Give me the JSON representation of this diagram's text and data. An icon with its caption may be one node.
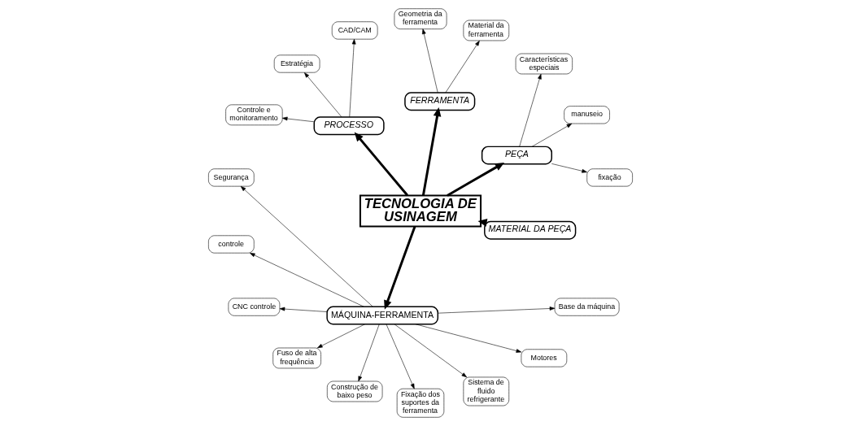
{
  "diagram": {
    "nodes": [
      {
        "text": [
          "MATERIAL DA PEÇA"
        ]
      },
      {
        "text": [
          "fixação"
        ]
      },
      {
        "text": [
          "PEÇA"
        ]
      },
      {
        "text": [
          "FERRAMENTA"
        ]
      },
      {
        "text": [
          "Material da ferramenta"
        ]
      },
      {
        "text": [
          "manuseio"
        ]
      },
      {
        "text": [
          "Geometria da ferramenta"
        ]
      },
      {
        "text": [
          "Características especiais"
        ]
      },
      {
        "text": [
          "TECNOLOGIA DE USINAGEM"
        ]
      },
      {
        "text": [
          "Segurança"
        ]
      },
      {
        "text": [
          "controle"
        ]
      },
      {
        "text": [
          "CNC controle"
        ]
      },
      {
        "text": [
          "CAD/CAM"
        ]
      },
      {
        "text": [
          "Fuso de alta frequência"
        ]
      },
      {
        "text": [
          "PROCESSO"
        ]
      },
      {
        "text": [
          "MÁQUINA-FERRAMENTA"
        ]
      },
      {
        "text": [
          "Construção de baixo peso"
        ]
      },
      {
        "text": [
          "Estratégia"
        ]
      },
      {
        "text": [
          "Fixação dos suportes da ferramenta"
        ]
      },
      {
        "text": [
          "Controle e monitoramento"
        ]
      },
      {
        "text": [
          "Sistema de fluido refrigerante"
        ]
      },
      {
        "text": [
          "Motores"
        ]
      },
      {
        "text": [
          "Base da máquina"
        ]
      }
    ],
    "edges": [
      {
        "from": 0,
        "to": 8,
        "arrow": "to",
        "style": "thick"
      },
      {
        "from": 8,
        "to": 2,
        "arrow": "to",
        "style": "thick"
      },
      {
        "from": 8,
        "to": 3,
        "arrow": "to",
        "style": "thick"
      },
      {
        "from": 8,
        "to": 14,
        "arrow": "to",
        "style": "thick"
      },
      {
        "from": 8,
        "to": 15,
        "arrow": "to",
        "style": "thick"
      },
      {
        "from": 2,
        "to": 1,
        "arrow": "to"
      },
      {
        "from": 2,
        "to": 5,
        "arrow": "to"
      },
      {
        "from": 2,
        "to": 7,
        "arrow": "to"
      },
      {
        "from": 3,
        "to": 4,
        "arrow": "to"
      },
      {
        "from": 3,
        "to": 6,
        "arrow": "to"
      },
      {
        "from": 14,
        "to": 12,
        "arrow": "to"
      },
      {
        "from": 14,
        "to": 17,
        "arrow": "to"
      },
      {
        "from": 14,
        "to": 19,
        "arrow": "to"
      },
      {
        "from": 15,
        "to": 9,
        "arrow": "to"
      },
      {
        "from": 15,
        "to": 10,
        "arrow": "to"
      },
      {
        "from": 15,
        "to": 11,
        "arrow": "to"
      },
      {
        "from": 15,
        "to": 13,
        "arrow": "to"
      },
      {
        "from": 15,
        "to": 16,
        "arrow": "to"
      },
      {
        "from": 15,
        "to": 18,
        "arrow": "to"
      },
      {
        "from": 15,
        "to": 20,
        "arrow": "to"
      },
      {
        "from": 15,
        "to": 21,
        "arrow": "to"
      },
      {
        "from": 15,
        "to": 22,
        "arrow": "to"
      }
    ]
  }
}
